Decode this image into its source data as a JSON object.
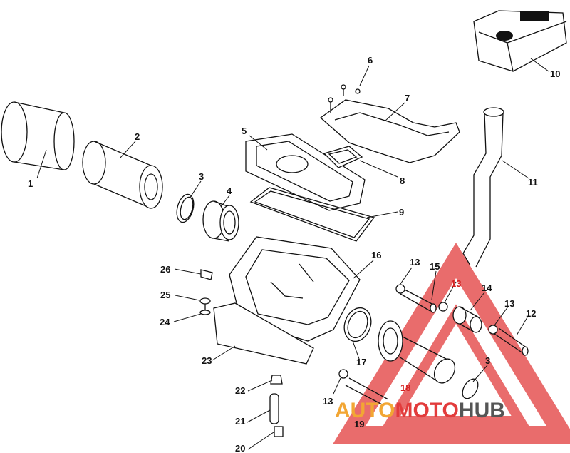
{
  "diagram": {
    "callouts": [
      {
        "label": "1"
      },
      {
        "label": "2"
      },
      {
        "label": "3"
      },
      {
        "label": "4"
      },
      {
        "label": "5"
      },
      {
        "label": "6"
      },
      {
        "label": "7"
      },
      {
        "label": "8"
      },
      {
        "label": "9"
      },
      {
        "label": "10"
      },
      {
        "label": "11"
      },
      {
        "label": "12"
      },
      {
        "label": "13"
      },
      {
        "label": "13"
      },
      {
        "label": "13"
      },
      {
        "label": "13"
      },
      {
        "label": "14"
      },
      {
        "label": "15"
      },
      {
        "label": "16"
      },
      {
        "label": "17"
      },
      {
        "label": "18"
      },
      {
        "label": "19"
      },
      {
        "label": "20"
      },
      {
        "label": "21"
      },
      {
        "label": "22"
      },
      {
        "label": "23"
      },
      {
        "label": "24"
      },
      {
        "label": "25"
      },
      {
        "label": "26"
      },
      {
        "label": "3"
      }
    ]
  },
  "watermark": {
    "part1": "AUTO",
    "part2": "MOTO",
    "part3": "HUB",
    "color_red": "#e23b3b",
    "color_orange": "#f2a634",
    "color_gray": "#555555"
  }
}
